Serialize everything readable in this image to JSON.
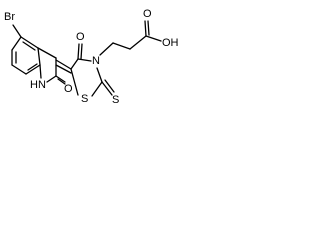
{
  "atoms": {
    "bromine": "Br",
    "indole_nh": "HN",
    "indole_carbonyl_o": "O",
    "ring_carbonyl_o": "O",
    "ring_nitrogen": "N",
    "ring_sulfur": "S",
    "thione_sulfur": "S",
    "acid_carbonyl_o": "O",
    "acid_hydroxyl": "OH"
  },
  "colors": {
    "bond": "#000000",
    "text": "#000000",
    "background": "#ffffff"
  }
}
